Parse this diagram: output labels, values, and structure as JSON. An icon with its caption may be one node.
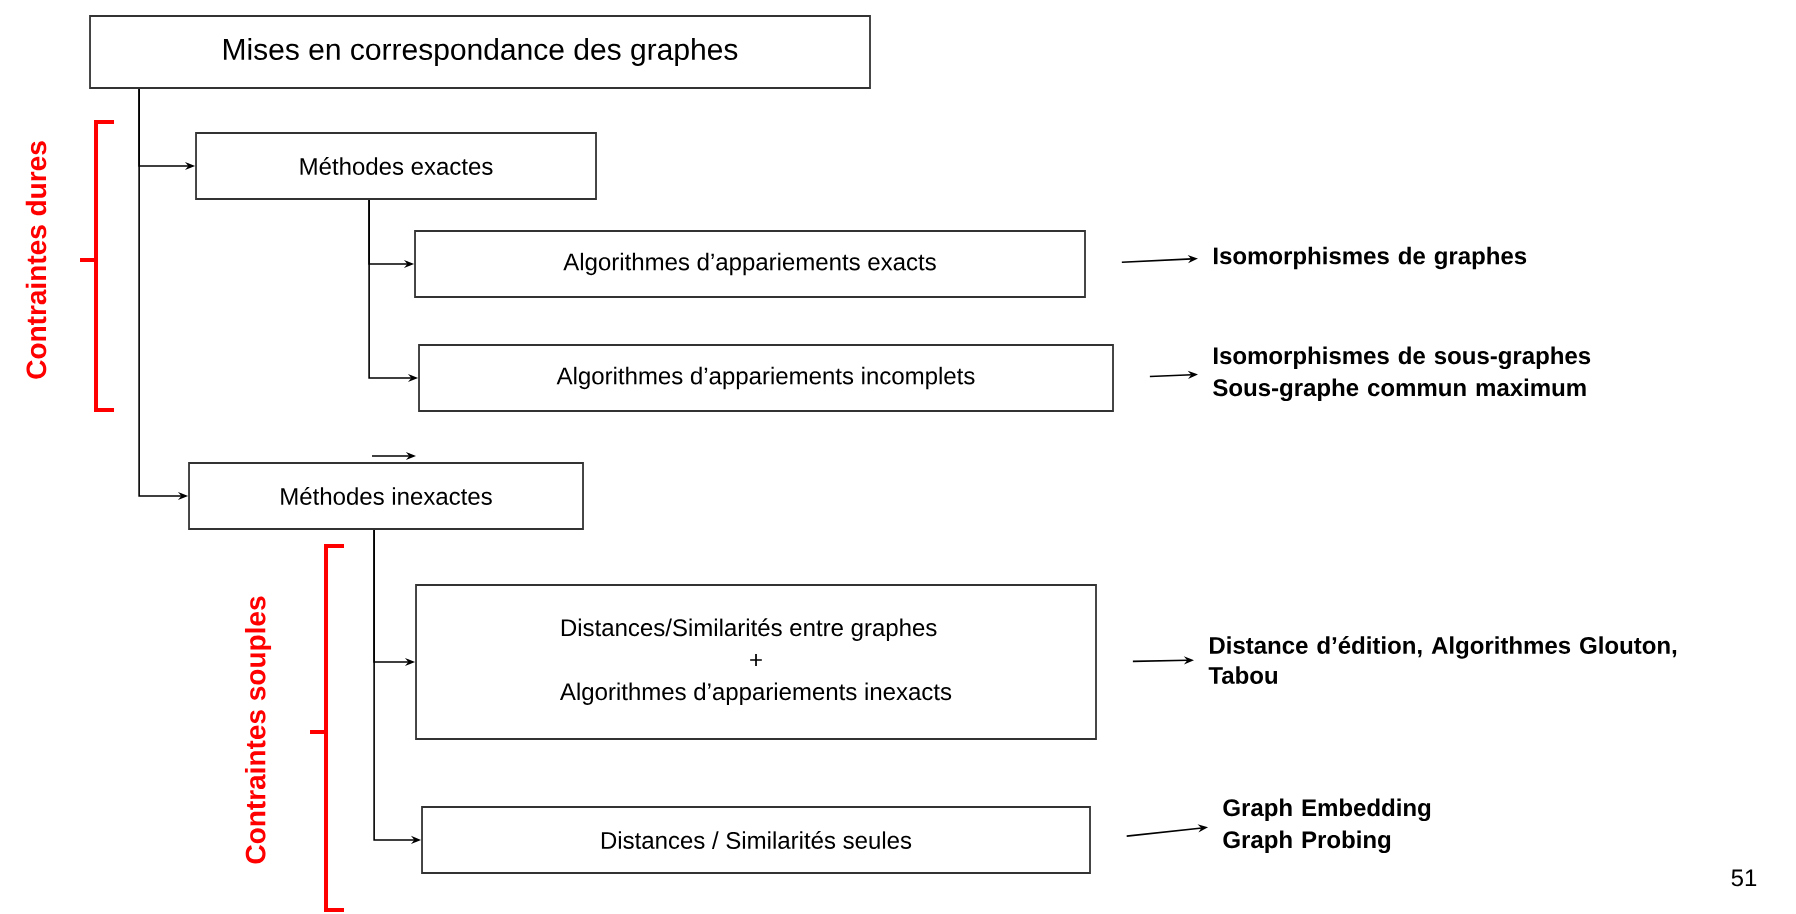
{
  "diagram": {
    "nodes": [
      {
        "text": [
          "Mises en correspondance des graphes"
        ]
      },
      {
        "text": [
          "Méthodes exactes"
        ]
      },
      {
        "text": [
          "Algorithmes d’appariements exacts"
        ]
      },
      {
        "text": [
          "Algorithmes d’appariements incomplets"
        ]
      },
      {
        "text": [
          "Méthodes inexactes"
        ]
      },
      {
        "text": [
          "Distances/Similarités entre graphes",
          "+",
          "Algorithmes d’appariements inexacts"
        ]
      },
      {
        "text": [
          "Distances / Similarités seules"
        ]
      },
      {
        "text": [
          "Isomorphismes de graphes"
        ]
      },
      {
        "text": [
          "Isomorphismes de sous-graphes",
          "Sous-graphe commun maximum"
        ]
      },
      {
        "text": [
          "Distance d’édition, Algorithmes Glouton, Tabou"
        ]
      },
      {
        "text": [
          "Graph Embedding",
          "Graph Probing"
        ]
      }
    ],
    "edges": [
      {
        "from": 0,
        "to": 1,
        "arrow": "to"
      },
      {
        "from": 0,
        "to": 4,
        "arrow": "to"
      },
      {
        "from": 1,
        "to": 2,
        "arrow": "to"
      },
      {
        "from": 1,
        "to": 3,
        "arrow": "to"
      },
      {
        "from": 4,
        "to": 5,
        "arrow": "to"
      },
      {
        "from": 4,
        "to": 6,
        "arrow": "to"
      },
      {
        "from": 2,
        "to": 7,
        "arrow": "to"
      },
      {
        "from": 3,
        "to": 8,
        "arrow": "to"
      },
      {
        "from": 5,
        "to": 9,
        "arrow": "to"
      },
      {
        "from": 6,
        "to": 10,
        "arrow": "to"
      }
    ],
    "labels": [
      "Contraintes dures",
      "Contraintes souples",
      "51"
    ]
  }
}
